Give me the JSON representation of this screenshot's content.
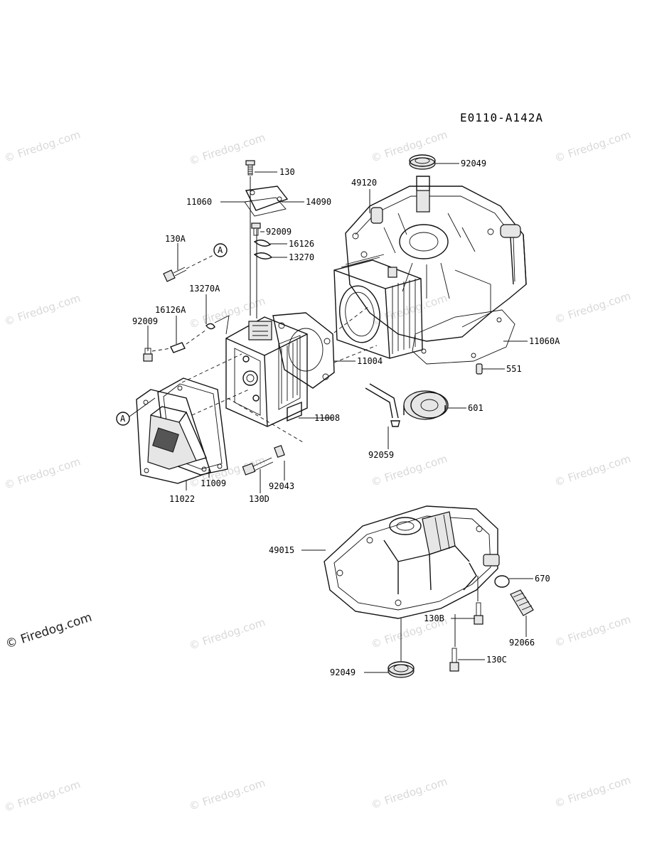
{
  "diagram_code": "E0110-A142A",
  "watermark": "© Firedog.com",
  "ref_marker": "A",
  "parts": {
    "p130": "130",
    "p11060": "11060",
    "p14090": "14090",
    "p92009_top": "92009",
    "p16126": "16126",
    "p13270": "13270",
    "p130A": "130A",
    "p13270A": "13270A",
    "p16126A": "16126A",
    "p92009_left": "92009",
    "p11004": "11004",
    "p11008": "11008",
    "p11022": "11022",
    "p11009": "11009",
    "p130D": "130D",
    "p92043": "92043",
    "p92059": "92059",
    "p49120": "49120",
    "p92049_top": "92049",
    "p11060A": "11060A",
    "p551": "551",
    "p601": "601",
    "p49015": "49015",
    "p670": "670",
    "p92066": "92066",
    "p130B": "130B",
    "p130C": "130C",
    "p92049_bottom": "92049"
  }
}
